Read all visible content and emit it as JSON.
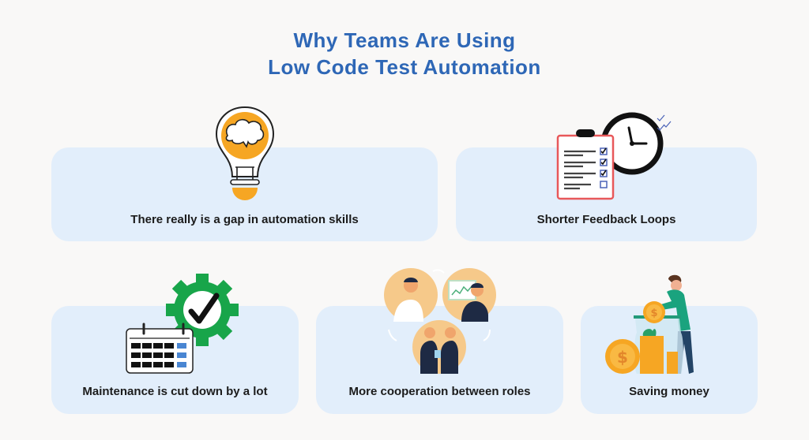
{
  "header": {
    "title_line1": "Why Teams Are Using",
    "title_line2": "Low Code Test Automation"
  },
  "colors": {
    "title": "#2e67b6",
    "card_bg": "#e2eefb",
    "page_bg": "#f9f8f7",
    "accent_orange": "#f6a623",
    "accent_green": "#18a54a",
    "accent_red": "#e8585a"
  },
  "cards": [
    {
      "label": "There really is a gap in automation skills",
      "icon": "lightbulb-brain-icon"
    },
    {
      "label": "Shorter Feedback Loops",
      "icon": "clipboard-clock-icon"
    },
    {
      "label": "Maintenance is cut down by a lot",
      "icon": "calendar-gear-check-icon"
    },
    {
      "label": "More cooperation between roles",
      "icon": "team-collaboration-icon"
    },
    {
      "label": "Saving money",
      "icon": "money-jar-icon"
    }
  ]
}
